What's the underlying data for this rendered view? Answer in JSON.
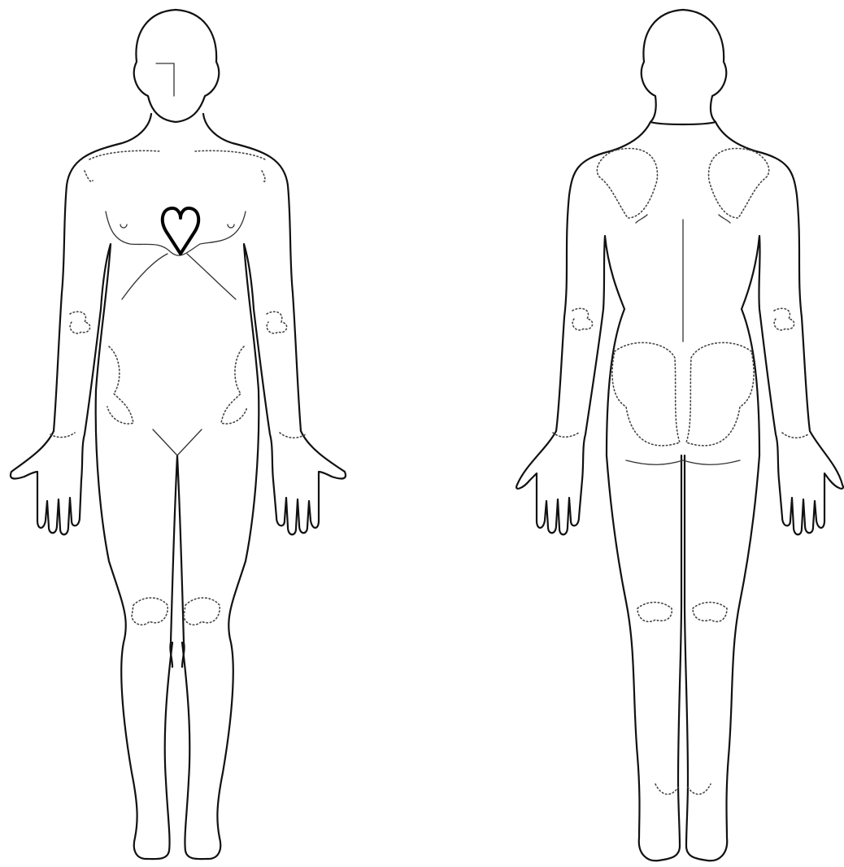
{
  "diagram": {
    "views": [
      "front",
      "back"
    ],
    "marker": {
      "icon": "heart-icon",
      "color": "#000000",
      "view": "front",
      "location": "chest"
    },
    "line_color": "#111111",
    "background": "#ffffff"
  }
}
